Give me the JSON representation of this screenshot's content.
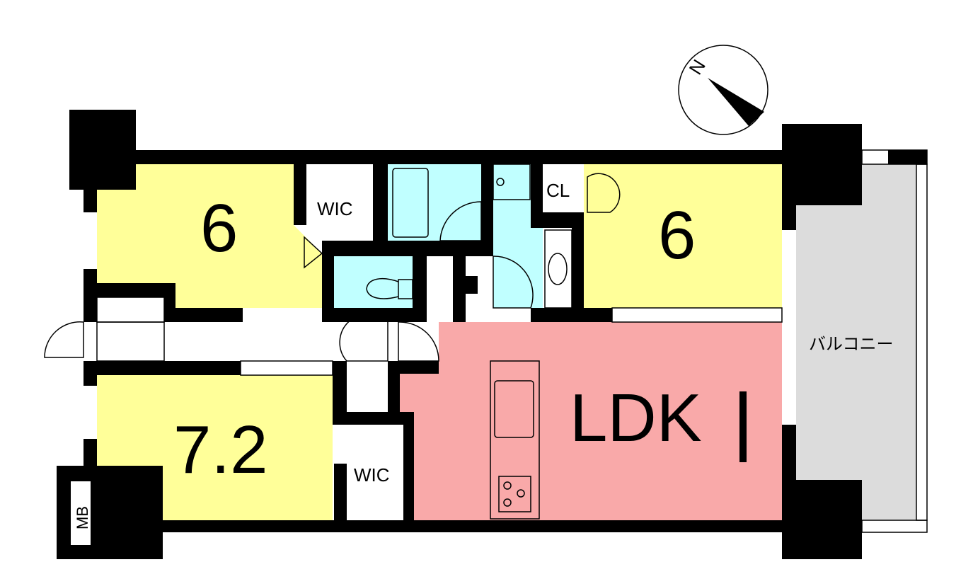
{
  "rooms": {
    "bedroom_nw": {
      "label": "6"
    },
    "bedroom_ne": {
      "label": "6"
    },
    "bedroom_sw": {
      "label": "7.2"
    },
    "ldk": {
      "label": "LDK"
    },
    "wic_north": {
      "label": "WIC"
    },
    "wic_south": {
      "label": "WIC"
    },
    "closet": {
      "label": "CL"
    },
    "balcony": {
      "label": "バルコニー"
    },
    "meter_box": {
      "label": "MB"
    }
  },
  "compass": {
    "label": "N"
  },
  "colors": {
    "bedroom": "#ffff99",
    "ldk": "#f9a9a9",
    "wet": "#c0ffff",
    "tub": "#80ffff",
    "balcony": "#dcdcdc",
    "wall": "#000000"
  }
}
